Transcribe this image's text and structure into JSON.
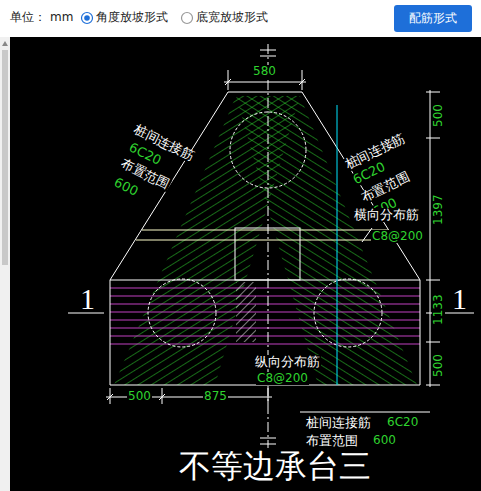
{
  "diagram": {
    "caption": "不等边承台三",
    "nodes": [
      {
        "text": [
          "配筋形式"
        ]
      }
    ],
    "labels": [
      "单位：",
      "mm",
      "角度放坡形式",
      "底宽放坡形式",
      "580",
      "500",
      "1397",
      "1133",
      "500",
      "桩间连接筋",
      "6C20",
      "布置范围",
      "600",
      "桩间连接筋",
      "6C20",
      "布置范围",
      "600",
      "横向分布筋",
      "C8@200",
      "1",
      "1",
      "纵向分布筋",
      "C8@200",
      "500",
      "875",
      "桩间连接筋",
      "6C20",
      "布置范围",
      "600"
    ]
  }
}
